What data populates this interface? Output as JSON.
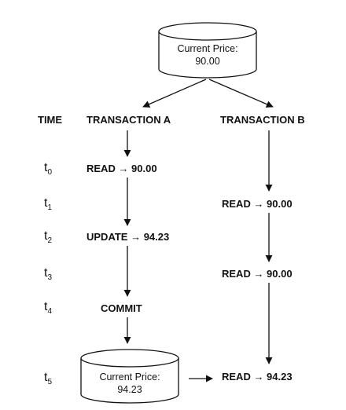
{
  "db_top": {
    "line1": "Current Price:",
    "line2": "90.00"
  },
  "db_bottom": {
    "line1": "Current Price:",
    "line2": "94.23"
  },
  "headers": {
    "time": "TIME",
    "transaction_a": "TRANSACTION A",
    "transaction_b": "TRANSACTION B"
  },
  "time_steps": [
    {
      "base": "t",
      "sub": "0"
    },
    {
      "base": "t",
      "sub": "1"
    },
    {
      "base": "t",
      "sub": "2"
    },
    {
      "base": "t",
      "sub": "3"
    },
    {
      "base": "t",
      "sub": "4"
    },
    {
      "base": "t",
      "sub": "5"
    }
  ],
  "transaction_a_steps": [
    {
      "text": "READ → 90.00",
      "time_index": 0
    },
    {
      "text": "UPDATE → 94.23",
      "time_index": 2
    },
    {
      "text": "COMMIT",
      "time_index": 4
    }
  ],
  "transaction_b_steps": [
    {
      "text": "READ → 90.00",
      "time_index": 1
    },
    {
      "text": "READ → 90.00",
      "time_index": 3
    },
    {
      "text": "READ → 94.23",
      "time_index": 5
    }
  ]
}
